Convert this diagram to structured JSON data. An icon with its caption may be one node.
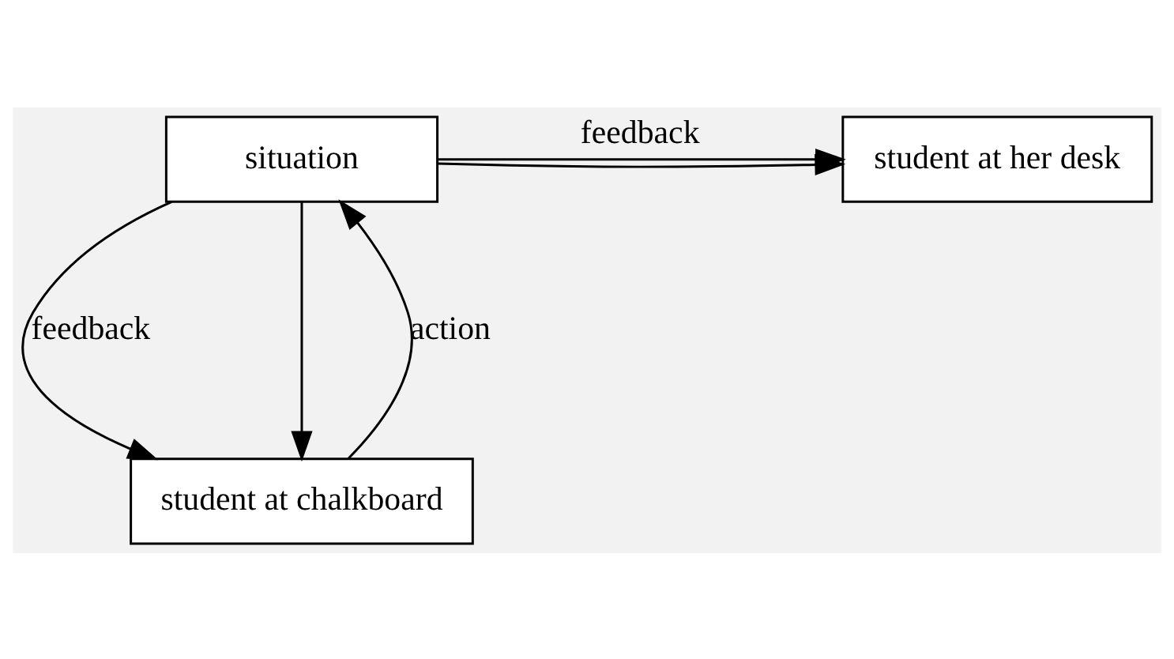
{
  "diagram": {
    "nodes": [
      {
        "text": [
          "situation"
        ]
      },
      {
        "text": [
          "student at her desk"
        ]
      },
      {
        "text": [
          "student at chalkboard"
        ]
      }
    ],
    "edges": [
      {
        "from": 0,
        "to": 1,
        "arrow": "to",
        "label": "feedback"
      },
      {
        "from": 0,
        "to": 1,
        "arrow": "to"
      },
      {
        "from": 0,
        "to": 2,
        "arrow": "to",
        "label": "feedback"
      },
      {
        "from": 0,
        "to": 2,
        "arrow": "to"
      },
      {
        "from": 2,
        "to": 0,
        "arrow": "to",
        "label": "action"
      }
    ]
  }
}
